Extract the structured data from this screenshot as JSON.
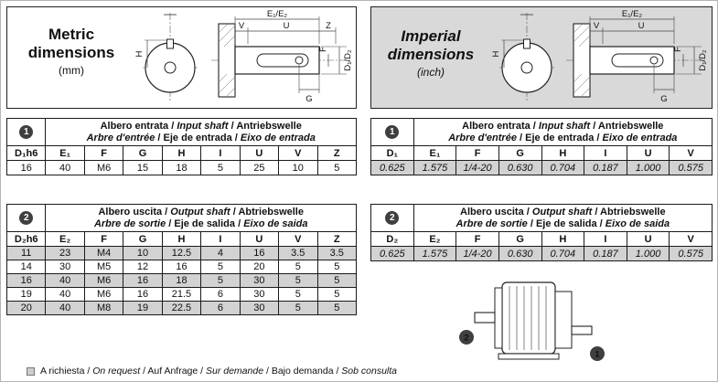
{
  "metric_panel": {
    "title_line1": "Metric",
    "title_line2": "dimensions",
    "unit": "(mm)",
    "drawing": {
      "h": "H",
      "e": "E₁/E₂",
      "u": "U",
      "v": "V",
      "z": "Z",
      "f": "F",
      "d": "D₁/D₂",
      "g": "G"
    },
    "input_table": {
      "badge": "1",
      "title_line1": [
        {
          "text": "Albero entrata",
          "italic": false
        },
        {
          "text": " / ",
          "italic": false
        },
        {
          "text": "Input shaft",
          "italic": true
        },
        {
          "text": " / ",
          "italic": false
        },
        {
          "text": "Antriebswelle",
          "italic": false
        }
      ],
      "title_line2": [
        {
          "text": "Arbre d'entrée",
          "italic": true
        },
        {
          "text": " / ",
          "italic": false
        },
        {
          "text": "Eje de entrada",
          "italic": false
        },
        {
          "text": " / ",
          "italic": false
        },
        {
          "text": "Eixo de entrada",
          "italic": true
        }
      ],
      "headers": [
        "D₁h6",
        "E₁",
        "F",
        "G",
        "H",
        "I",
        "U",
        "V",
        "Z"
      ],
      "rows": [
        {
          "shaded": false,
          "cells": [
            "16",
            "40",
            "M6",
            "15",
            "18",
            "5",
            "25",
            "10",
            "5"
          ]
        }
      ]
    },
    "output_table": {
      "badge": "2",
      "title_line1": [
        {
          "text": "Albero uscita",
          "italic": false
        },
        {
          "text": " / ",
          "italic": false
        },
        {
          "text": "Output shaft",
          "italic": true
        },
        {
          "text": " / ",
          "italic": false
        },
        {
          "text": "Abtriebswelle",
          "italic": false
        }
      ],
      "title_line2": [
        {
          "text": "Arbre de sortie",
          "italic": true
        },
        {
          "text": " / ",
          "italic": false
        },
        {
          "text": "Eje de salida",
          "italic": false
        },
        {
          "text": " / ",
          "italic": false
        },
        {
          "text": "Eixo de saida",
          "italic": true
        }
      ],
      "headers": [
        "D₂h6",
        "E₂",
        "F",
        "G",
        "H",
        "I",
        "U",
        "V",
        "Z"
      ],
      "rows": [
        {
          "shaded": true,
          "cells": [
            "11",
            "23",
            "M4",
            "10",
            "12.5",
            "4",
            "16",
            "3.5",
            "3.5"
          ]
        },
        {
          "shaded": false,
          "cells": [
            "14",
            "30",
            "M5",
            "12",
            "16",
            "5",
            "20",
            "5",
            "5"
          ]
        },
        {
          "shaded": true,
          "cells": [
            "16",
            "40",
            "M6",
            "16",
            "18",
            "5",
            "30",
            "5",
            "5"
          ]
        },
        {
          "shaded": false,
          "cells": [
            "19",
            "40",
            "M6",
            "16",
            "21.5",
            "6",
            "30",
            "5",
            "5"
          ]
        },
        {
          "shaded": true,
          "cells": [
            "20",
            "40",
            "M8",
            "19",
            "22.5",
            "6",
            "30",
            "5",
            "5"
          ]
        }
      ]
    }
  },
  "imperial_panel": {
    "title_line1": "Imperial",
    "title_line2": "dimensions",
    "unit": "(inch)",
    "drawing": {
      "h": "H",
      "e": "E₁/E₂",
      "u": "U",
      "v": "V",
      "f": "F",
      "d": "D₁/D₂",
      "g": "G"
    },
    "input_table": {
      "badge": "1",
      "title_line1": [
        {
          "text": "Albero entrata",
          "italic": false
        },
        {
          "text": " / ",
          "italic": false
        },
        {
          "text": "Input shaft",
          "italic": true
        },
        {
          "text": " / ",
          "italic": false
        },
        {
          "text": "Antriebswelle",
          "italic": false
        }
      ],
      "title_line2": [
        {
          "text": "Arbre d'entrée",
          "italic": true
        },
        {
          "text": " / ",
          "italic": false
        },
        {
          "text": "Eje de entrada",
          "italic": false
        },
        {
          "text": " / ",
          "italic": false
        },
        {
          "text": "Eixo de entrada",
          "italic": true
        }
      ],
      "headers": [
        "D₁",
        "E₁",
        "F",
        "G",
        "H",
        "I",
        "U",
        "V"
      ],
      "rows": [
        {
          "shaded": true,
          "cells": [
            "0.625",
            "1.575",
            "1/4-20",
            "0.630",
            "0.704",
            "0.187",
            "1.000",
            "0.575"
          ]
        }
      ]
    },
    "output_table": {
      "badge": "2",
      "title_line1": [
        {
          "text": "Albero uscita",
          "italic": false
        },
        {
          "text": " / ",
          "italic": false
        },
        {
          "text": "Output shaft",
          "italic": true
        },
        {
          "text": " / ",
          "italic": false
        },
        {
          "text": "Abtriebswelle",
          "italic": false
        }
      ],
      "title_line2": [
        {
          "text": "Arbre de sortie",
          "italic": true
        },
        {
          "text": " / ",
          "italic": false
        },
        {
          "text": "Eje de salida",
          "italic": false
        },
        {
          "text": " / ",
          "italic": false
        },
        {
          "text": "Eixo de saida",
          "italic": true
        }
      ],
      "headers": [
        "D₂",
        "E₂",
        "F",
        "G",
        "H",
        "I",
        "U",
        "V"
      ],
      "rows": [
        {
          "shaded": true,
          "cells": [
            "0.625",
            "1.575",
            "1/4-20",
            "0.630",
            "0.704",
            "0.187",
            "1.000",
            "0.575"
          ]
        }
      ]
    }
  },
  "gearbox": {
    "badge_input": "1",
    "badge_output": "2"
  },
  "footer": {
    "segments": [
      {
        "text": "A richiesta",
        "italic": false
      },
      {
        "text": " / ",
        "italic": false
      },
      {
        "text": "On request",
        "italic": true
      },
      {
        "text": " / ",
        "italic": false
      },
      {
        "text": "Auf Anfrage",
        "italic": false
      },
      {
        "text": " / ",
        "italic": false
      },
      {
        "text": "Sur demande",
        "italic": true
      },
      {
        "text": " / ",
        "italic": false
      },
      {
        "text": "Bajo demanda",
        "italic": false
      },
      {
        "text": " / ",
        "italic": false
      },
      {
        "text": "Sob consulta",
        "italic": true
      }
    ]
  }
}
